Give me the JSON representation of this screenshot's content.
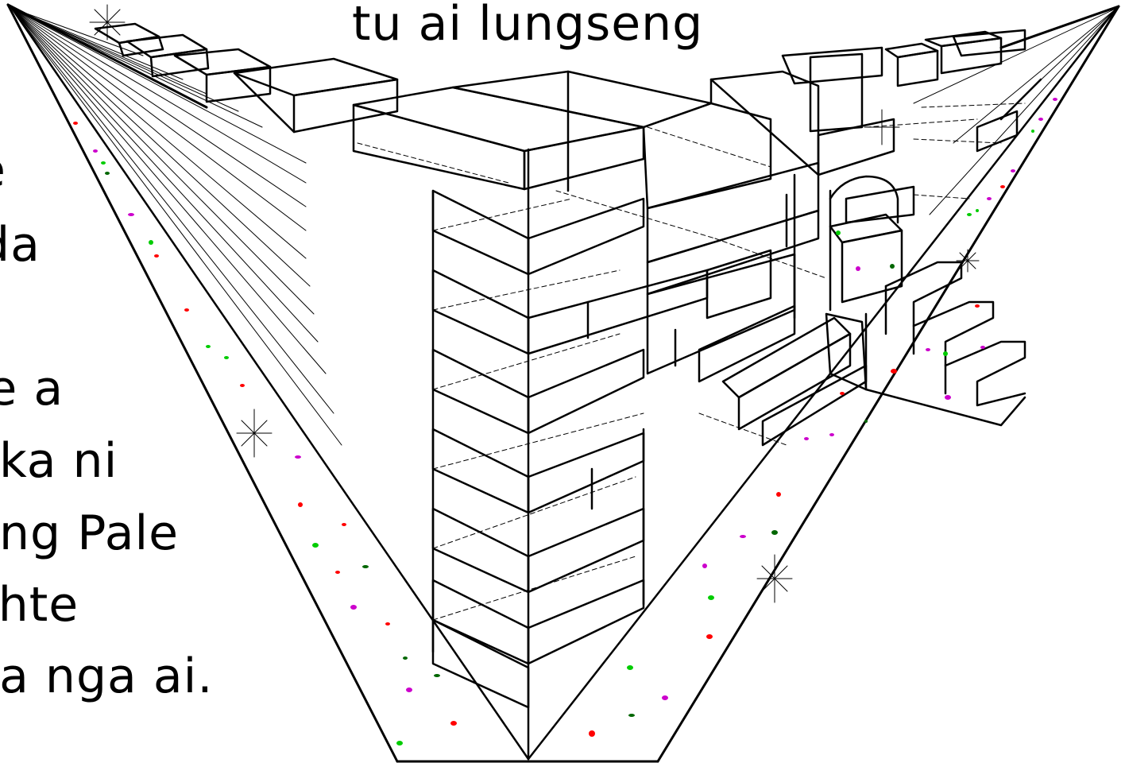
{
  "title": "tu ai lungseng",
  "caption_lines": [
    "e",
    "da",
    "re a",
    "hka ni",
    "ung Pale",
    "i hte",
    "da nga ai."
  ],
  "colors": {
    "background": "#ffffff",
    "ink": "#000000",
    "dot_colors": [
      "#ff0000",
      "#00cc00",
      "#cc00cc",
      "#006600"
    ]
  }
}
